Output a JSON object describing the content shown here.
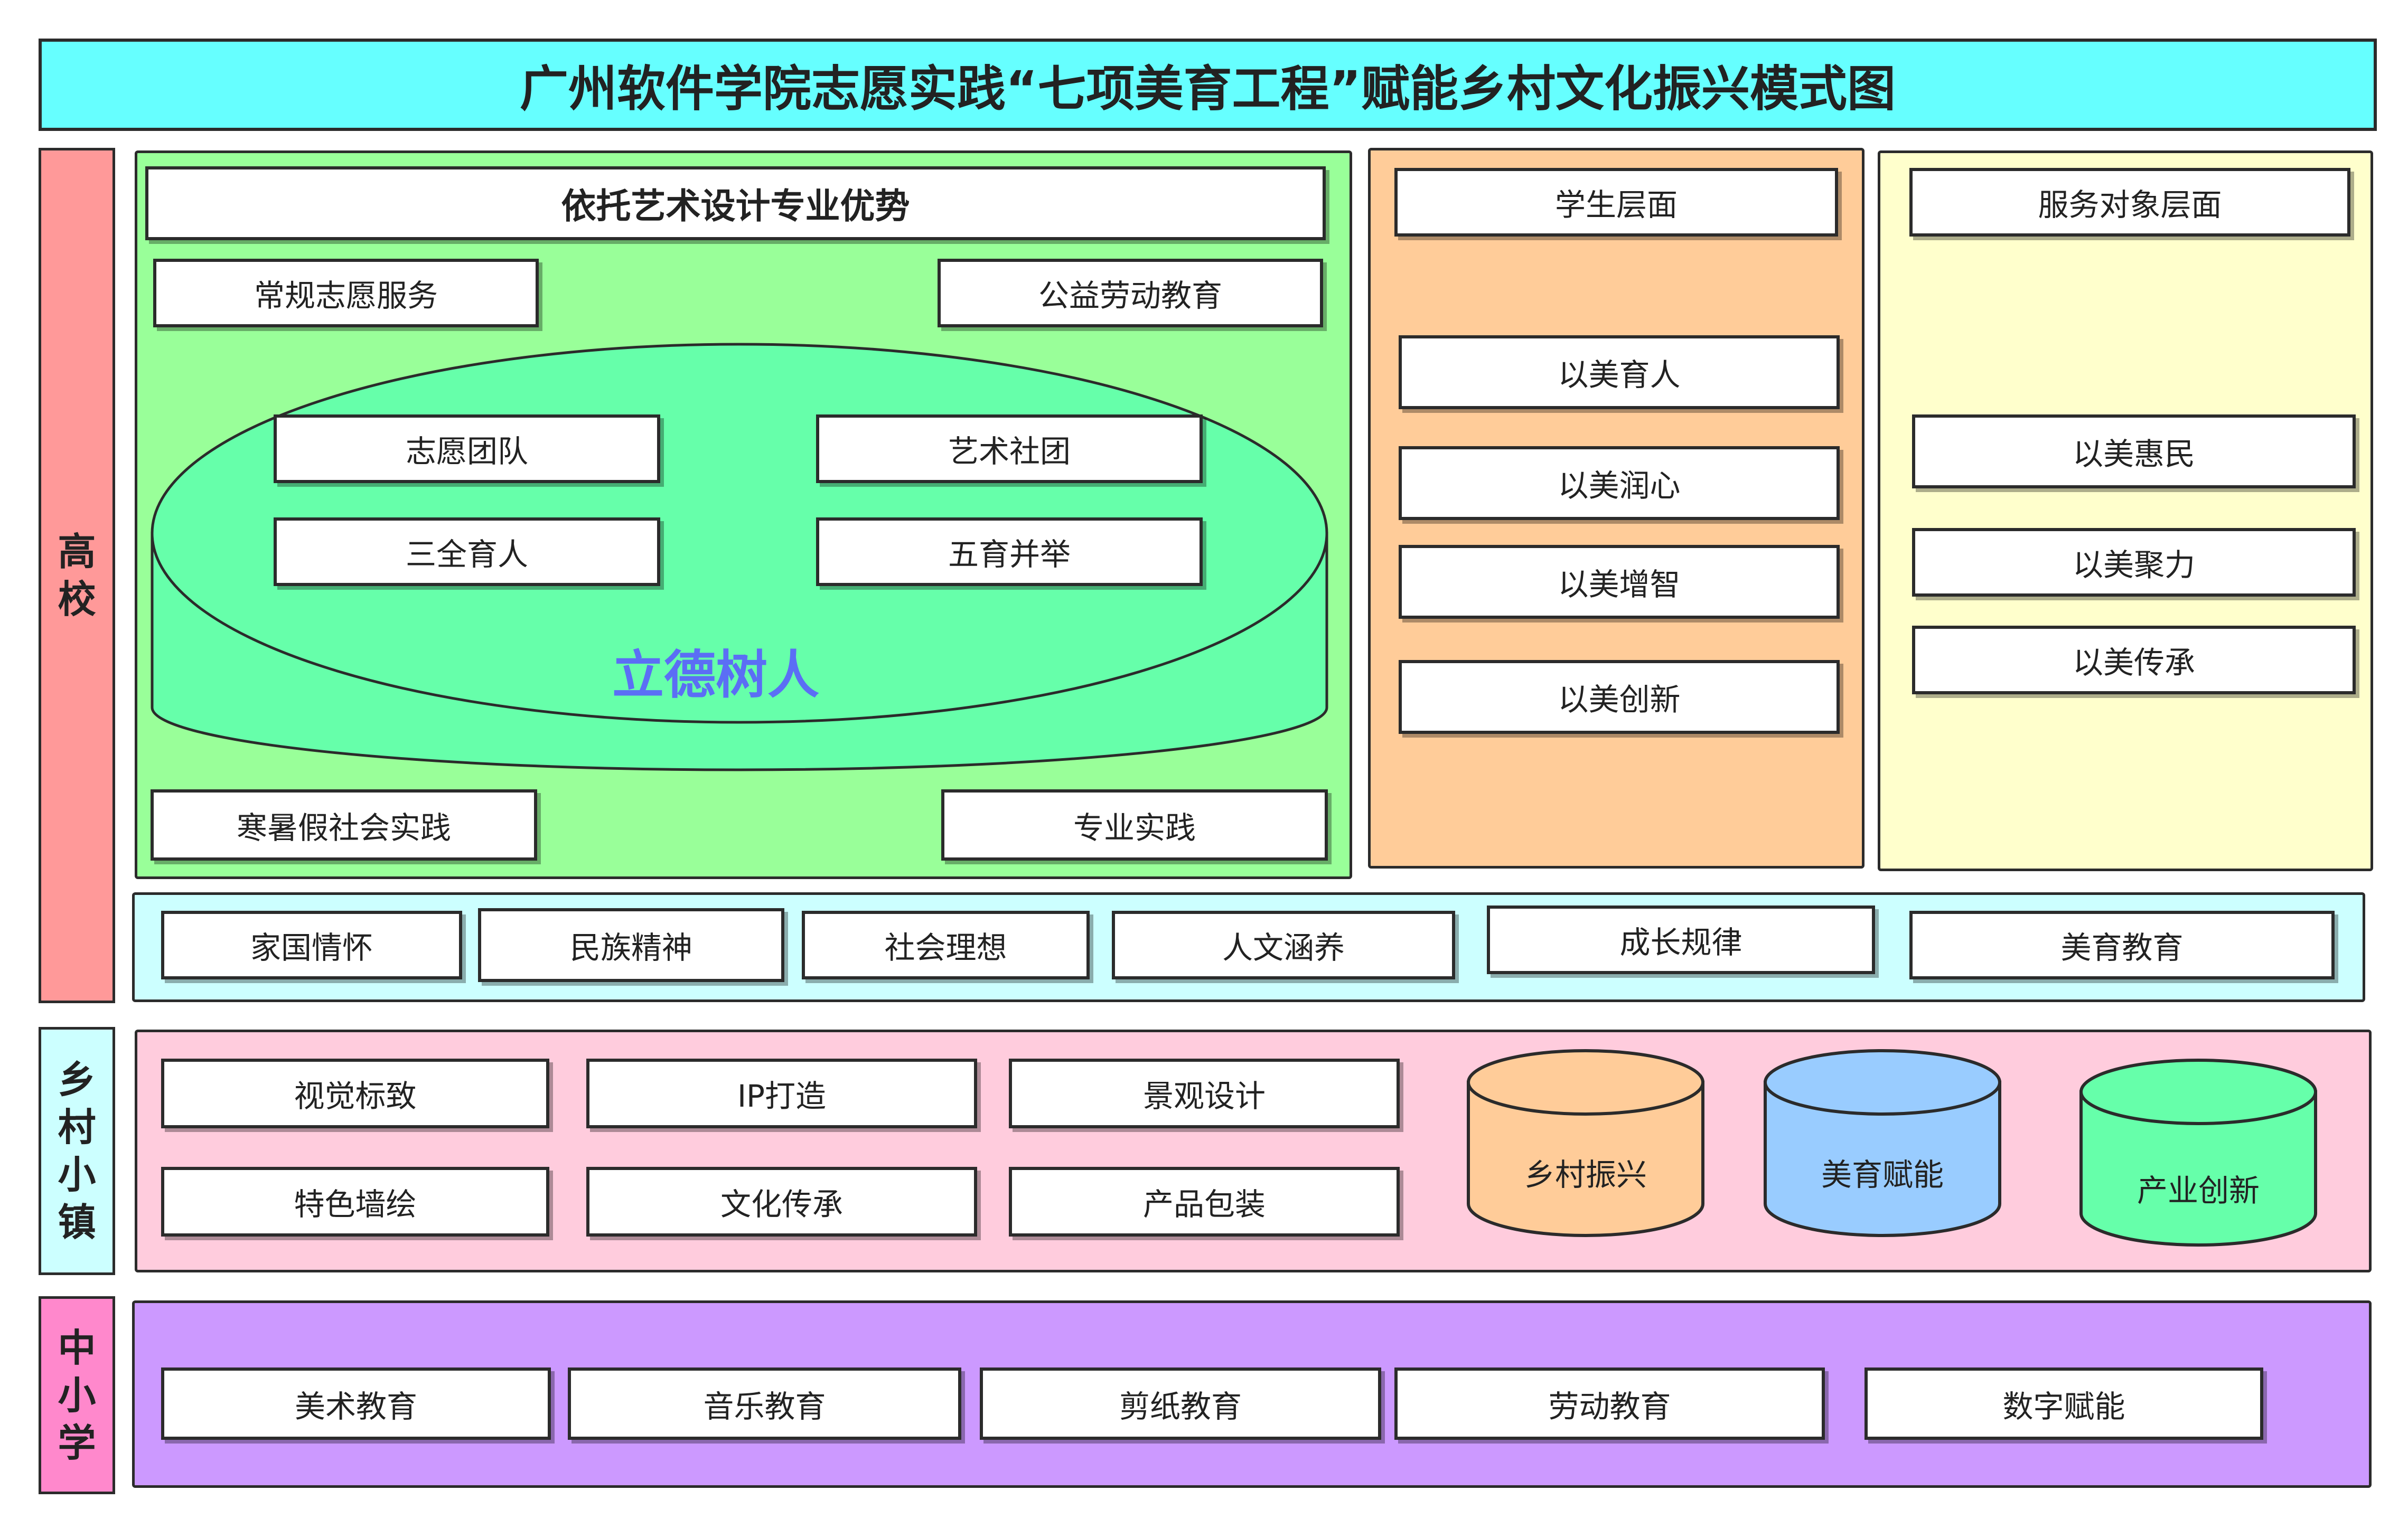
{
  "title": "广州软件学院志愿实践“七项美育工程”赋能乡村文化振兴模式图",
  "colors": {
    "title_bg": "#66ffff",
    "gaoxiao_label": "#ff9999",
    "green_panel": "#99ff99",
    "orange_panel": "#ffcc99",
    "yellow_panel": "#ffffcc",
    "values_row": "#ccffff",
    "pink_panel": "#ffccdd",
    "purple_panel": "#cc99ff",
    "xiangcun_label": "#ccffff",
    "zhongxiaoxue_label": "#ff88cc",
    "ellipse_fill": "#66ffaa",
    "center_text": "#5b6ef5"
  },
  "side_labels": {
    "gaoxiao": [
      "高",
      "校"
    ],
    "xiangcun": [
      "乡",
      "村",
      "小",
      "镇"
    ],
    "zhongxiaoxue": [
      "中",
      "小",
      "学"
    ]
  },
  "green_panel": {
    "header": "依托艺术设计专业优势",
    "top_left": "常规志愿服务",
    "top_right": "公益劳动教育",
    "bottom_left": "寒暑假社会实践",
    "bottom_right": "专业实践",
    "ellipse_items": [
      "志愿团队",
      "艺术社团",
      "三全育人",
      "五育并举"
    ],
    "center": "立德树人"
  },
  "student_panel": {
    "header": "学生层面",
    "items": [
      "以美育人",
      "以美润心",
      "以美增智",
      "以美创新"
    ]
  },
  "service_panel": {
    "header": "服务对象层面",
    "items": [
      "以美惠民",
      "以美聚力",
      "以美传承"
    ]
  },
  "values_row": [
    "家国情怀",
    "民族精神",
    "社会理想",
    "人文涵养",
    "成长规律",
    "美育教育"
  ],
  "rural_panel": {
    "items": [
      "视觉标致",
      "IP打造",
      "景观设计",
      "特色墙绘",
      "文化传承",
      "产品包装"
    ],
    "cylinders": [
      {
        "label": "乡村振兴",
        "color": "#ffcc99"
      },
      {
        "label": "美育赋能",
        "color": "#99ccff"
      },
      {
        "label": "产业创新",
        "color": "#66ffaa"
      }
    ]
  },
  "school_panel": {
    "items": [
      "美术教育",
      "音乐教育",
      "剪纸教育",
      "劳动教育",
      "数字赋能"
    ]
  }
}
